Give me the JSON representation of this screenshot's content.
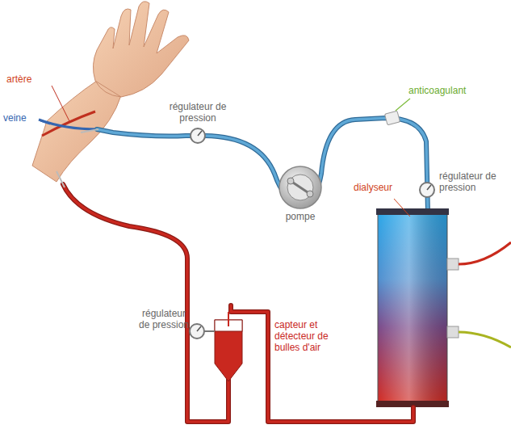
{
  "diagram": {
    "labels": [
      "artère",
      "veine",
      "régulateur de pression",
      "anticoagulant",
      "régulateur de pression",
      "pompe",
      "dialyseur",
      "régulateur de pression",
      "capteur et détecteur de bulles d'air"
    ]
  }
}
